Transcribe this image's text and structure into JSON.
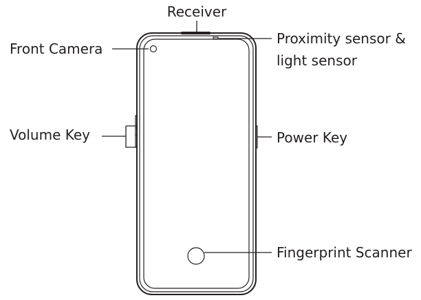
{
  "labels": {
    "receiver": "Receiver",
    "front_camera": "Front Camera",
    "proximity_line1": "Proximity sensor &",
    "proximity_line2": "light sensor",
    "volume_key": "Volume Key",
    "power_key": "Power Key",
    "fingerprint": "Fingerprint Scanner"
  }
}
